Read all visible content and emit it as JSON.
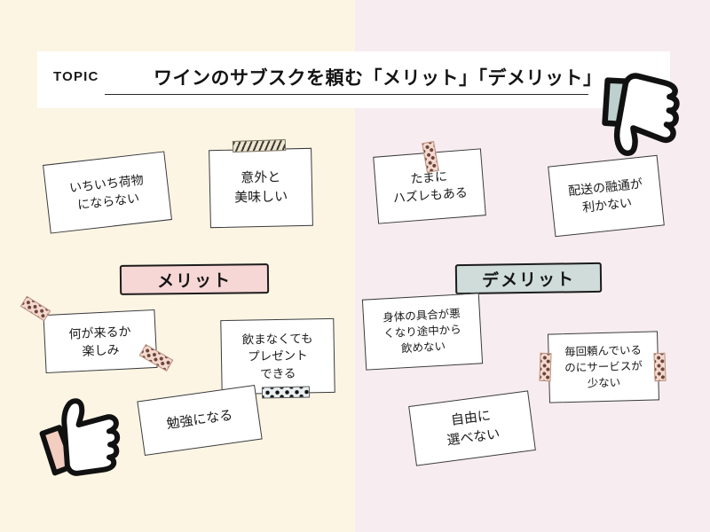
{
  "background": {
    "left_color": "#fdf5e4",
    "right_color": "#f7ecef"
  },
  "header": {
    "topic_label": "TOPIC",
    "title": "ワインのサブスクを頼む「メリット」「デメリット」"
  },
  "sections": {
    "merit": {
      "badge_label": "メリット",
      "badge_color": "#f6d7d5",
      "thumb_icon": "thumbs-up-icon",
      "thumb_cuff_color": "#f3cdbf"
    },
    "demerit": {
      "badge_label": "デメリット",
      "badge_color": "#cfdcd9",
      "thumb_icon": "thumbs-down-icon",
      "thumb_cuff_color": "#bdd0cd"
    }
  },
  "merit_cards": [
    {
      "text": "いちいち荷物\nにならない"
    },
    {
      "text": "意外と\n美味しい"
    },
    {
      "text": "何が来るか\n楽しみ"
    },
    {
      "text": "飲まなくても\nプレゼント\nできる"
    },
    {
      "text": "勉強になる"
    }
  ],
  "demerit_cards": [
    {
      "text": "たまに\nハズレもある"
    },
    {
      "text": "配送の融通が\n利かない"
    },
    {
      "text": "身体の具合が悪\nくなり途中から\n飲めない"
    },
    {
      "text": "毎回頼んでいる\nのにサービスが\n少ない"
    },
    {
      "text": "自由に\n選べない"
    }
  ]
}
